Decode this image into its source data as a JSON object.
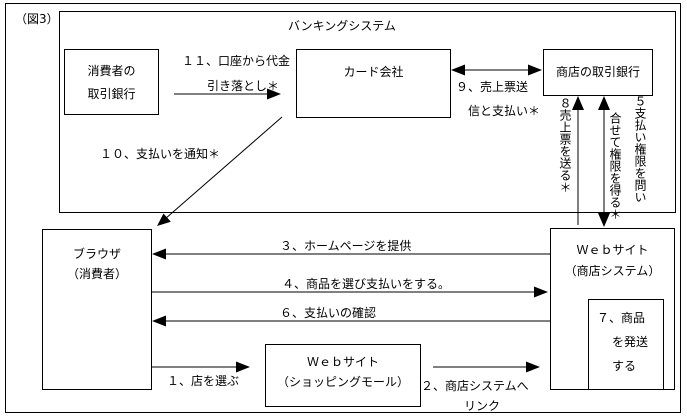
{
  "figure_label": "（図3）",
  "banking_system": {
    "title": "バンキングシステム"
  },
  "boxes": {
    "consumer_bank": {
      "line1": "消費者の",
      "line2": "取引銀行"
    },
    "card_company": {
      "label": "カード会社"
    },
    "merchant_bank": {
      "label": "商店の取引銀行"
    },
    "browser": {
      "line1": "ブラウザ",
      "line2": "（消費者）"
    },
    "web_site_merchant": {
      "line1": "Ｗｅｂサイト",
      "line2": "（商店システム）"
    },
    "ship_goods": {
      "line1": "７、商品",
      "line2": "を発送",
      "line3": "する"
    },
    "web_site_mall": {
      "line1": "Ｗｅｂサイト",
      "line2": "（ショッピングモール）"
    }
  },
  "arrows": {
    "a1": {
      "label": "１、店を選ぶ"
    },
    "a2": {
      "label_line1": "２、商店システムへ",
      "label_line2": "リンク"
    },
    "a3": {
      "label": "３、ホームページを提供"
    },
    "a4": {
      "label": "４、商品を選び支払いをする。"
    },
    "a5": {
      "label_col_right": "５支払い権限を問い",
      "label_col_left": "合せて権限を得る＊"
    },
    "a6": {
      "label": "６、支払いの確認"
    },
    "a8": {
      "label": "８売上票を送る＊"
    },
    "a9": {
      "label_line1": "９、売上票送",
      "label_line2": "信と支払い＊"
    },
    "a10": {
      "label": "１０、支払いを通知＊"
    },
    "a11": {
      "label_line1": "１１、口座から代金",
      "label_line2": "引き落とし＊"
    }
  },
  "colors": {
    "line": "#000000",
    "background": "#ffffff"
  }
}
